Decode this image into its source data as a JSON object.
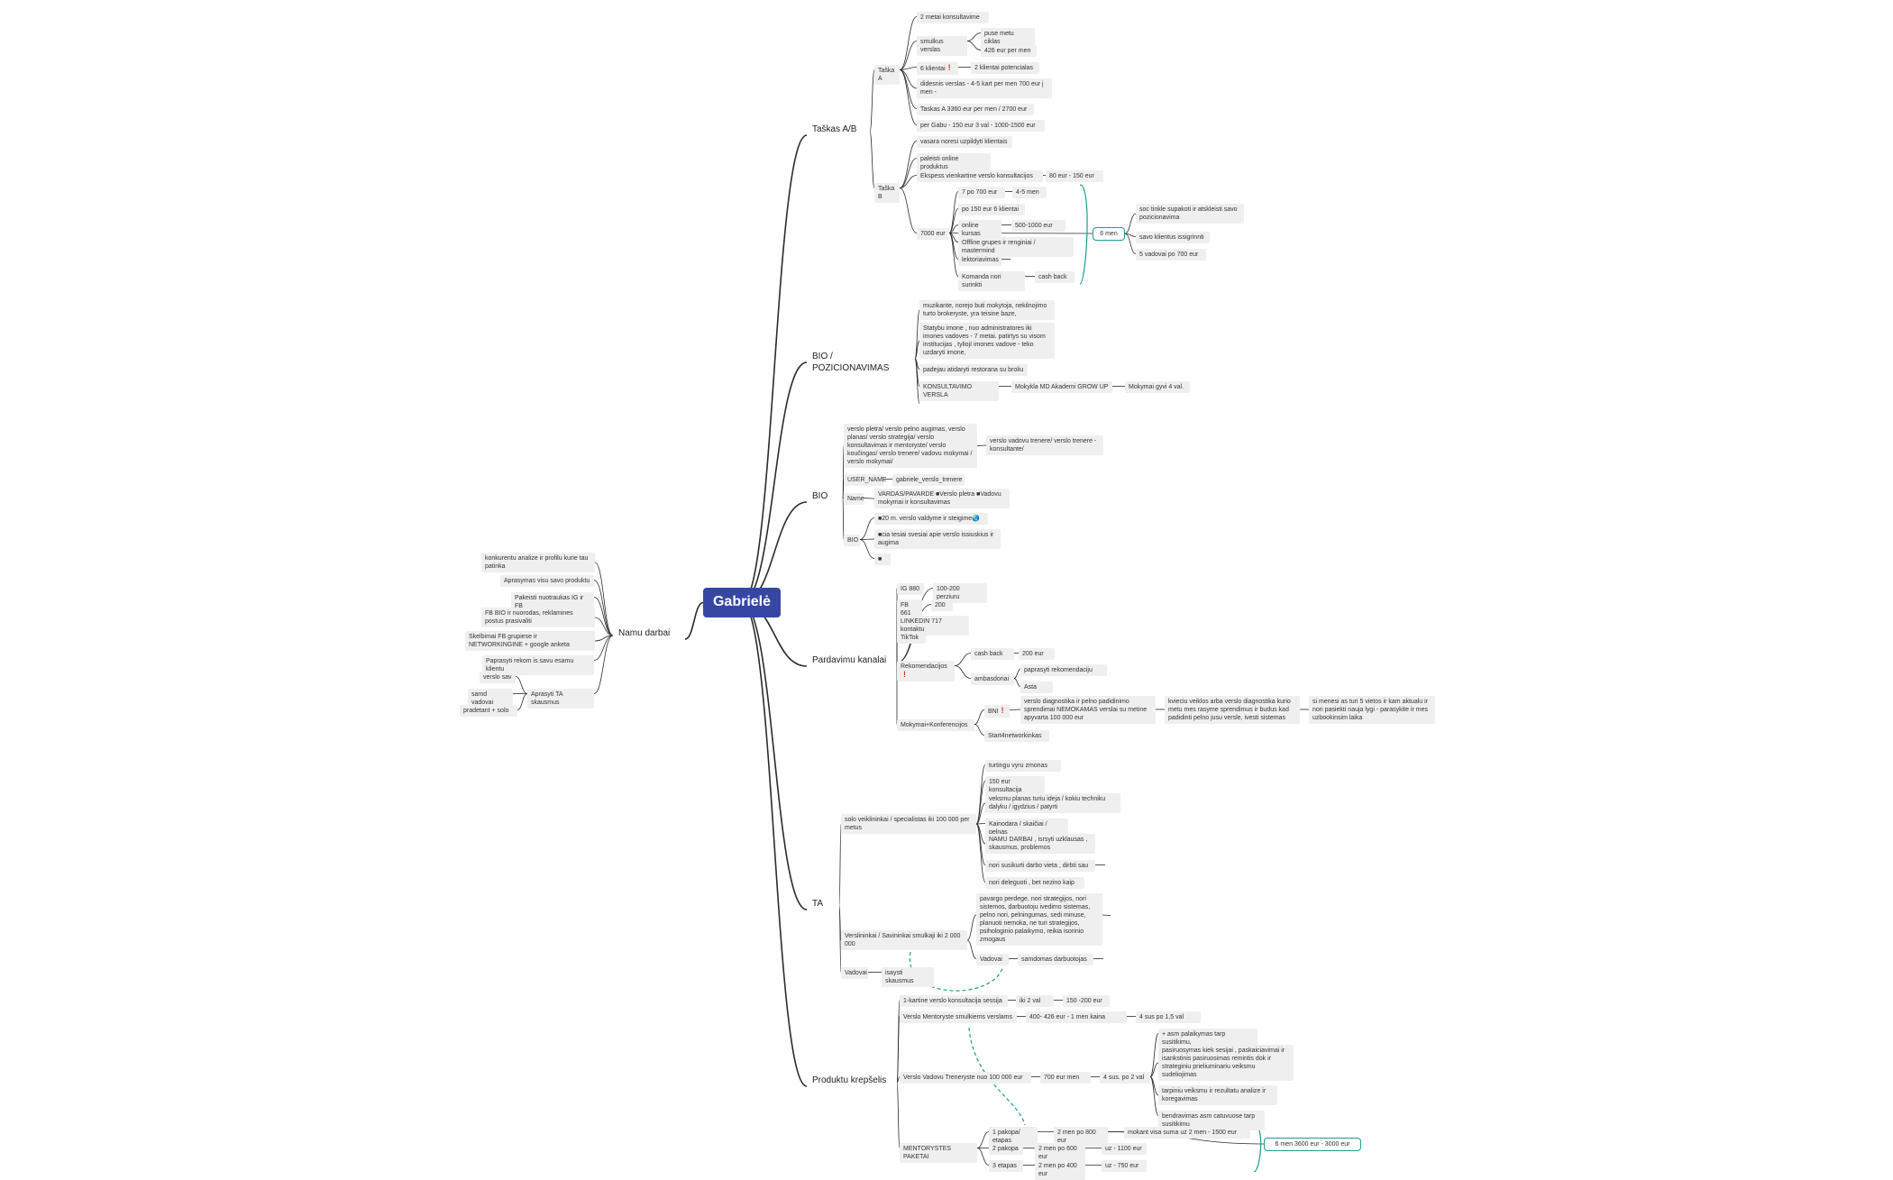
{
  "colors": {
    "root": "#3647a3",
    "line": "#2b2b2b",
    "note": "#1f9c8f",
    "node": "#efefef"
  },
  "root": {
    "label": "Gabrielė"
  },
  "branches": [
    {
      "label": "Taškas A/B"
    },
    {
      "label": "BIO / POZICIONAVIMAS"
    },
    {
      "label": "BIO"
    },
    {
      "label": "Pardavimu kanalai"
    },
    {
      "label": "TA"
    },
    {
      "label": "Produktu krepšelis"
    },
    {
      "label": "Namu darbai"
    }
  ],
  "nodes": [
    {
      "label": "Taška A"
    },
    {
      "label": "2 metai konsultavime"
    },
    {
      "label": "smulkus verslas"
    },
    {
      "label": "puse metu ciklas"
    },
    {
      "label": "426 eur per men"
    },
    {
      "label": "6 klientai"
    },
    {
      "label": "2 klientai potencialas"
    },
    {
      "label": "didesnis verslas - 4-5 kart per men 700 eur į men -"
    },
    {
      "label": "Taskas A 3360 eur per men / 2700 eur"
    },
    {
      "label": "per Gabu - 150 eur 3 val - 1000-1500 eur"
    },
    {
      "label": "Taška B"
    },
    {
      "label": "vasara noresi uzpildyti klientais"
    },
    {
      "label": "paleisti online produktus"
    },
    {
      "label": "Ekspess vienkartine verslo konsultacijos"
    },
    {
      "label": "80 eur - 150 eur"
    },
    {
      "label": "7000 eur"
    },
    {
      "label": "7 po 700 eur"
    },
    {
      "label": "4-5 men"
    },
    {
      "label": "po 150 eur 6 klientai"
    },
    {
      "label": "online kursas"
    },
    {
      "label": "500-1000 eur"
    },
    {
      "label": "Offline grupes ir renginiai / mastermind"
    },
    {
      "label": "lektoriavimas"
    },
    {
      "label": ""
    },
    {
      "label": "Komanda nori surinkti"
    },
    {
      "label": "cash back"
    },
    {
      "label": "6 men"
    },
    {
      "label": "soc tinkle supakoti ir atskleisti savo pozicionavima"
    },
    {
      "label": "savo klientus issigrinnti"
    },
    {
      "label": "5 vadovai po 700 eur"
    },
    {
      "label": "muzikante, norejo buti mokytoja, nekilnojimo turto brokeryste, yra teisine baze,"
    },
    {
      "label": "Statybu imone , nuo administratores iki imones vadoves - 7 metai. patirtys su visom institucijas , tyliojI imones vadove - teko uzdaryti imone,"
    },
    {
      "label": "padejau atidaryti restorana su broliu"
    },
    {
      "label": "KONSULTAVIMO VERSLA"
    },
    {
      "label": "Mokykla MD Akademi  GROW UP"
    },
    {
      "label": "Mokymai gyvi  4 val."
    },
    {
      "label": ""
    },
    {
      "label": "verslo pletra/ verslo pelno augimas, verslo planas/ verslo strategija/ verslo konsultavimas ir mentoryste/ verslo koučingas/ verslo trenere/ vadovu mokymai / verslo mokymai/"
    },
    {
      "label": "verslo vadovu trenere/ verslo trenere - konsultante/"
    },
    {
      "label": "USER_NAME"
    },
    {
      "label": "gabriele_verslo_trenere"
    },
    {
      "label": "Name"
    },
    {
      "label": "VARDAS/PAVARDE ■Verslo pletra ■Vadovu mokymai ir konsultavimas"
    },
    {
      "label": "BIO"
    },
    {
      "label": "■20 m. verslo valdyme ir steigime🌏"
    },
    {
      "label": "■cia tesiai svesiai apie verslo issiuskius ir augima"
    },
    {
      "label": "■"
    },
    {
      "label": "IG 880"
    },
    {
      "label": "100-200 perziuru"
    },
    {
      "label": "FB 661"
    },
    {
      "label": "200"
    },
    {
      "label": "LINKEDIN 717 kontaktu"
    },
    {
      "label": "TikTok"
    },
    {
      "label": "Rekomendacijos"
    },
    {
      "label": "cash back"
    },
    {
      "label": "200 eur"
    },
    {
      "label": "ambasdoriai"
    },
    {
      "label": "paprasyti rekomendaciju"
    },
    {
      "label": "Asta"
    },
    {
      "label": "Mokymai+Konferencijos"
    },
    {
      "label": "BNI"
    },
    {
      "label": "verslo diagnostika ir pelno padidinimo sprendimai NEMOKAMAS  verslai su metine apyvarta 100 000 eur"
    },
    {
      "label": "kvieciu veiklos arba verslo diagnostika kurio metu mes rasyme sprendimus ir budus kad padidinti pelno jusu versle, ivesti sistemas"
    },
    {
      "label": "si menesi as turi 5 vietos ir kam aktualu ir nori pasiekti nauja lygi - parasykite ir mes uzbookinsim laika"
    },
    {
      "label": "Start4networkinkas"
    },
    {
      "label": "solo veiklininkai / specialistas iki 100 000 per metus"
    },
    {
      "label": "turtingu vyru zmonas"
    },
    {
      "label": "150 eur konsultacija"
    },
    {
      "label": "veksmu planas turiu ideja / kokiu techniku dalyku / igydzius / patyrti"
    },
    {
      "label": "Kainodara  / skaičiai / pelnas"
    },
    {
      "label": "NAMU DARBAI , isrsyti uzklausas , skausmus, problemos"
    },
    {
      "label": "nori susikurti darbo vieta , dirbti sau"
    },
    {
      "label": ""
    },
    {
      "label": "nori deleguoti , bet nezino kaip"
    },
    {
      "label": "Verslininkai / Savininkai smulkaji iki 2 000 000"
    },
    {
      "label": "pavargo perdege, nori strategijos, nori sistemos, darbuotoju ivedimo sistemas, pelno nori, pelningumas, sedi minuse, planuoti nemoka, ne turi strategijos, psihologinio palaikymo, reikia isorinio zmogaus"
    },
    {
      "label": ""
    },
    {
      "label": "Vadovai"
    },
    {
      "label": "samdomas darbuotojas"
    },
    {
      "label": ""
    },
    {
      "label": "Vadovai"
    },
    {
      "label": "isaysti skausmus"
    },
    {
      "label": "1-kartine verslo konsultacija sessija"
    },
    {
      "label": "iki 2 val"
    },
    {
      "label": "150 -200 eur"
    },
    {
      "label": "Verslo Mentoryste smulkiems verslams"
    },
    {
      "label": "400- 426 eur - 1 men kaina"
    },
    {
      "label": "4 sus po 1,5 val"
    },
    {
      "label": "Verslo Vadovu Treneryste nuo 100 000 eur"
    },
    {
      "label": "700 eur men"
    },
    {
      "label": "4 sus. po 2 val"
    },
    {
      "label": "+ asm palaikymas tarp susitikimu,"
    },
    {
      "label": "pasiruosymas kiek sesijai , paskaiciavimai ir isankstinis pasiruosimas remintis dok ir strateginiu prieliuminariu veiksmu sudeliojimas"
    },
    {
      "label": "tarpiniu veiksmu ir rezultatu analize ir koregavimas"
    },
    {
      "label": "bendravimas asm catuvuose tarp susitikimu"
    },
    {
      "label": "MENTORYSTES PAKETAI"
    },
    {
      "label": "1 pakopa/ etapas"
    },
    {
      "label": "2 men po 800 eur"
    },
    {
      "label": "mokant visa suma uz 2 men - 1500 eur"
    },
    {
      "label": "2 pakopa"
    },
    {
      "label": "2 men po 600 eur"
    },
    {
      "label": "uz - 1100 eur"
    },
    {
      "label": "3 etapas"
    },
    {
      "label": "2 men po 400 eur"
    },
    {
      "label": "uz - 750 eur"
    },
    {
      "label": "6 men 3600 eur - 3000 eur"
    },
    {
      "label": "konkurentu analize ir profilu kurie tau patinka"
    },
    {
      "label": "Aprasymas visu savo produktu"
    },
    {
      "label": "Pakeisti nuotraukas IG ir FB"
    },
    {
      "label": "FB BIO ir nuorodas, reklamines postus prasivaliti"
    },
    {
      "label": "Skelbimai FB grupiese ir NETWORKINGINE + google anketa"
    },
    {
      "label": "Paprasyti rekom is savu esamu klientu"
    },
    {
      "label": "Aprasyti TA skausmus"
    },
    {
      "label": "verslo sav"
    },
    {
      "label": "samd vadovai"
    },
    {
      "label": "pradetant + solo"
    }
  ]
}
